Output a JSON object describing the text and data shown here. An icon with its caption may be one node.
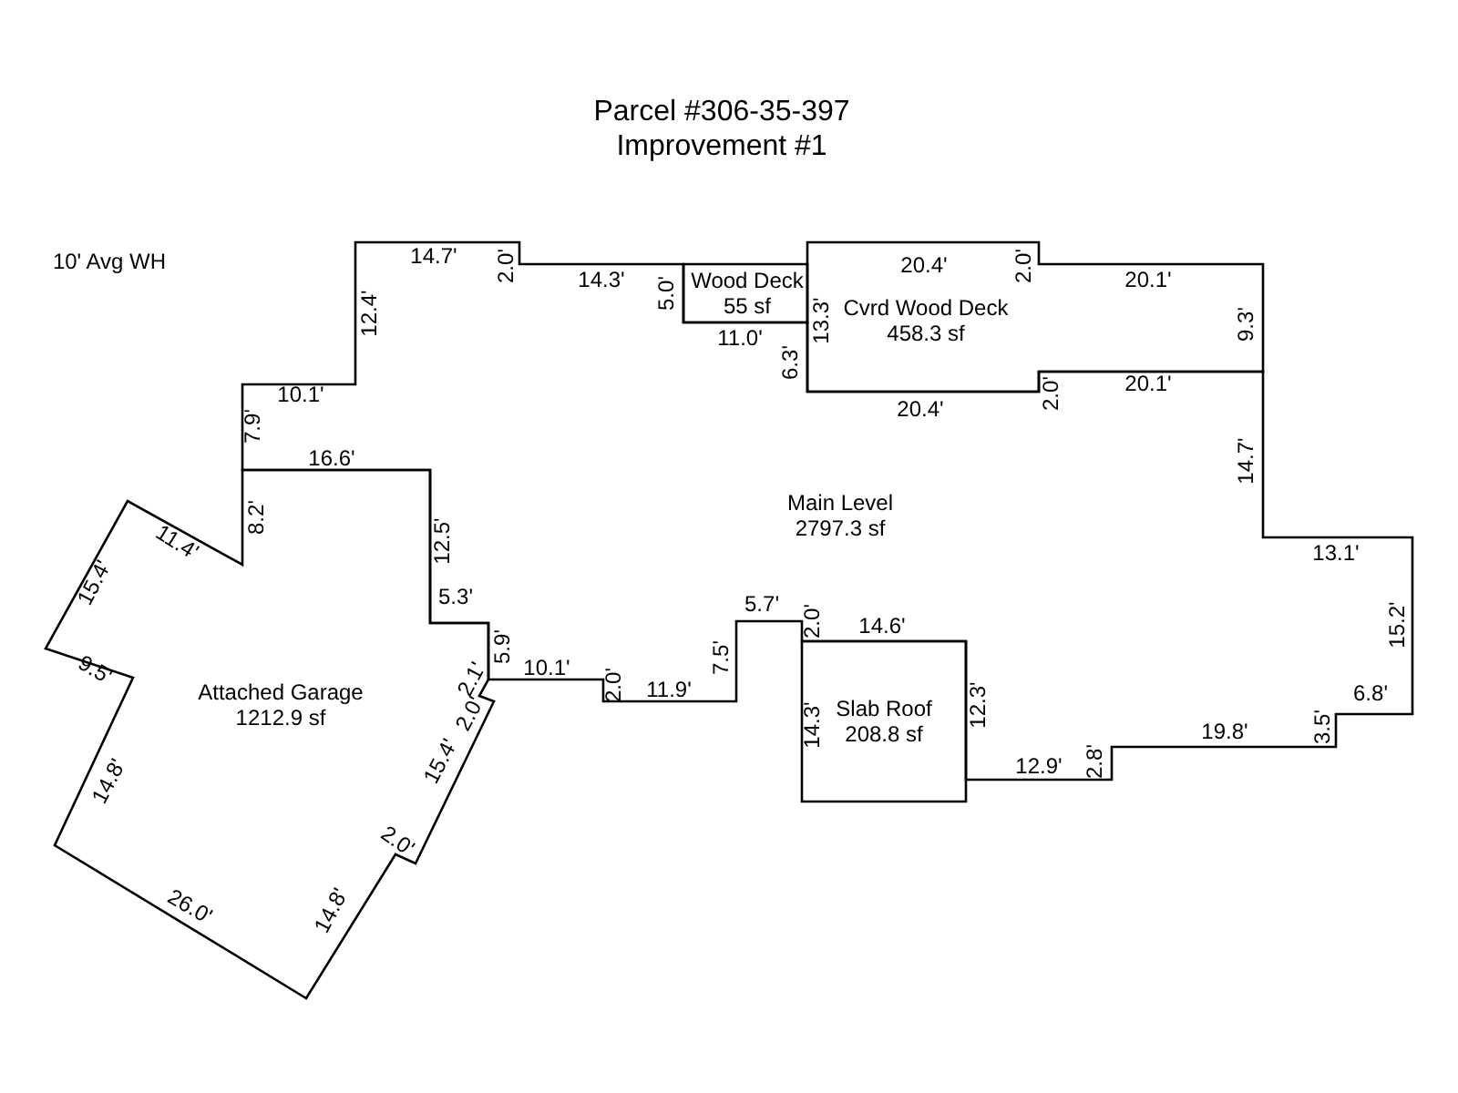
{
  "diagram": {
    "title": "Parcel #306-35-397 Improvement #1",
    "nodes": [
      {
        "text": [
          "Main Level",
          "2797.3 sf"
        ]
      },
      {
        "text": [
          "Wood Deck",
          "55 sf"
        ]
      },
      {
        "text": [
          "Cvrd Wood Deck",
          "458.3 sf"
        ]
      },
      {
        "text": [
          "Attached Garage",
          "1212.9 sf"
        ]
      },
      {
        "text": [
          "Slab Roof",
          "208.8 sf"
        ]
      }
    ],
    "labels": [
      "10' Avg WH",
      "14.7'",
      "2.0'",
      "14.3'",
      "5.0'",
      "20.4'",
      "2.0'",
      "20.1'",
      "12.4'",
      "13.3'",
      "9.3'",
      "11.0'",
      "6.3'",
      "10.1'",
      "20.4'",
      "2.0'",
      "20.1'",
      "7.9'",
      "16.6'",
      "14.7'",
      "8.2'",
      "11.4'",
      "12.5'",
      "15.4'",
      "13.1'",
      "5.3'",
      "5.7'",
      "2.0'",
      "14.6'",
      "5.9'",
      "15.2'",
      "9.5'",
      "2.1'",
      "10.1'",
      "2.0'",
      "11.9'",
      "7.5'",
      "2.0'",
      "14.3'",
      "12.3'",
      "6.8'",
      "3.5'",
      "19.8'",
      "15.4'",
      "12.9'",
      "2.8'",
      "14.8'",
      "2.0'",
      "26.0'",
      "14.8'"
    ]
  }
}
